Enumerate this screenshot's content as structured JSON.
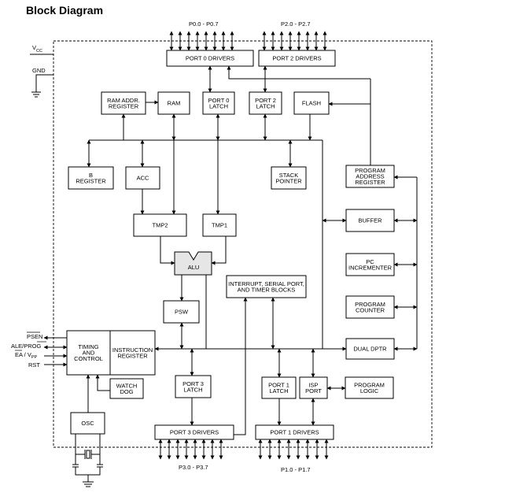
{
  "title": "Block Diagram",
  "pins": {
    "vcc": "V",
    "vcc_sub": "CC",
    "gnd": "GND",
    "psen": "PSEN",
    "ale": "ALE/PROG",
    "ea_main": "EA / V",
    "ea_sub": "PP",
    "rst": "RST"
  },
  "bus_labels": {
    "p0": "P0.0 - P0.7",
    "p2": "P2.0 - P2.7",
    "p3": "P3.0 - P3.7",
    "p1": "P1.0 - P1.7"
  },
  "blocks": {
    "port0_drivers": [
      "PORT 0 DRIVERS"
    ],
    "port2_drivers": [
      "PORT 2 DRIVERS"
    ],
    "ram_addr": [
      "RAM ADDR.",
      "REGISTER"
    ],
    "ram": [
      "RAM"
    ],
    "port0_latch": [
      "PORT 0",
      "LATCH"
    ],
    "port2_latch": [
      "PORT 2",
      "LATCH"
    ],
    "flash": [
      "FLASH"
    ],
    "b_register": [
      "B",
      "REGISTER"
    ],
    "acc": [
      "ACC"
    ],
    "stack_pointer": [
      "STACK",
      "POINTER"
    ],
    "program_address_register": [
      "PROGRAM",
      "ADDRESS",
      "REGISTER"
    ],
    "buffer": [
      "BUFFER"
    ],
    "tmp2": [
      "TMP2"
    ],
    "tmp1": [
      "TMP1"
    ],
    "alu": [
      "ALU"
    ],
    "pc_incrementer": [
      "PC",
      "INCREMENTER"
    ],
    "interrupt": [
      "INTERRUPT, SERIAL PORT,",
      "AND TIMER BLOCKS"
    ],
    "psw": [
      "PSW"
    ],
    "program_counter": [
      "PROGRAM",
      "COUNTER"
    ],
    "timing_control": [
      "TIMING",
      "AND",
      "CONTROL"
    ],
    "instruction_register": [
      "INSTRUCTION",
      "REGISTER"
    ],
    "dual_dptr": [
      "DUAL DPTR"
    ],
    "watchdog": [
      "WATCH",
      "DOG"
    ],
    "port3_latch": [
      "PORT 3",
      "LATCH"
    ],
    "port1_latch": [
      "PORT 1",
      "LATCH"
    ],
    "isp_port": [
      "ISP",
      "PORT"
    ],
    "program_logic": [
      "PROGRAM",
      "LOGIC"
    ],
    "osc": [
      "OSC"
    ],
    "port3_drivers": [
      "PORT 3 DRIVERS"
    ],
    "port1_drivers": [
      "PORT 1 DRIVERS"
    ]
  }
}
